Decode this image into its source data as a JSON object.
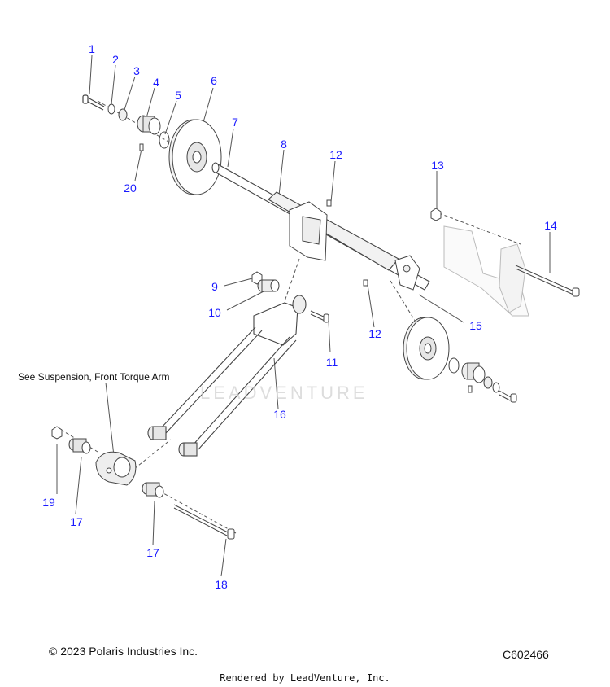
{
  "diagram": {
    "callouts": [
      "1",
      "2",
      "3",
      "4",
      "5",
      "6",
      "7",
      "8",
      "12",
      "20",
      "13",
      "14",
      "9",
      "10",
      "11",
      "12",
      "15",
      "16",
      "19",
      "17",
      "17",
      "18"
    ],
    "note": "See Suspension, Front Torque Arm",
    "watermark": "LEADVENTURE",
    "colors": {
      "callout": "#1a1aff",
      "line": "#555555",
      "part_fill": "#ffffff",
      "shade": "#e6e6e6"
    }
  },
  "footer": {
    "copyright": "© 2023 Polaris Industries Inc.",
    "code": "C602466",
    "rendered_by": "Rendered by LeadVenture, Inc."
  }
}
